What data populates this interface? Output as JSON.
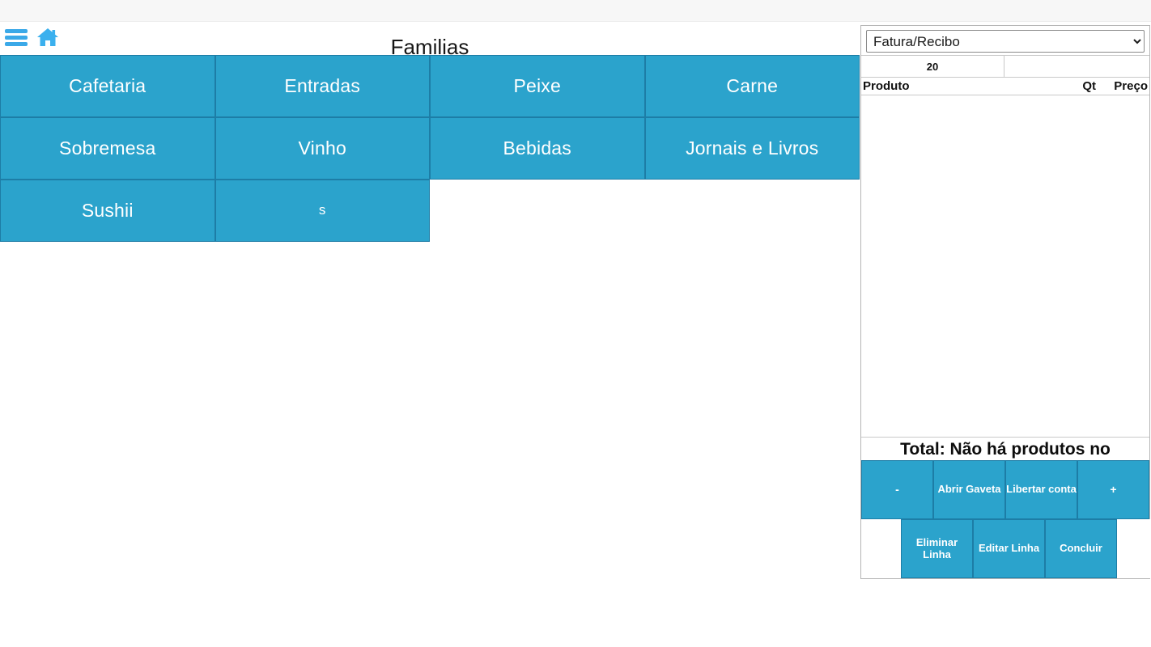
{
  "header": {
    "title": "Familias",
    "menu_icon": "hamburger-icon",
    "home_icon": "home-icon"
  },
  "families": [
    {
      "label": "Cafetaria",
      "size": "normal"
    },
    {
      "label": "Entradas",
      "size": "normal"
    },
    {
      "label": "Peixe",
      "size": "normal"
    },
    {
      "label": "Carne",
      "size": "normal"
    },
    {
      "label": "Sobremesa",
      "size": "normal"
    },
    {
      "label": "Vinho",
      "size": "normal"
    },
    {
      "label": "Bebidas",
      "size": "normal"
    },
    {
      "label": "Jornais e Livros",
      "size": "normal"
    },
    {
      "label": "Sushii",
      "size": "normal"
    },
    {
      "label": "s",
      "size": "small"
    }
  ],
  "order_panel": {
    "doc_type": {
      "selected": "Fatura/Recibo",
      "options": [
        "Fatura/Recibo"
      ]
    },
    "meta": {
      "number": "20",
      "blank": ""
    },
    "cart_columns": {
      "produto": "Produto",
      "qt": "Qt",
      "preco": "Preço"
    },
    "cart_rows": [],
    "total_text": "Total: Não há produtos no",
    "actions_row1": [
      {
        "label": "-",
        "kind": "sign"
      },
      {
        "label": "Abrir Gaveta",
        "kind": "text"
      },
      {
        "label": "Libertar conta",
        "kind": "text"
      },
      {
        "label": "+",
        "kind": "sign"
      }
    ],
    "actions_row2": [
      {
        "label": "Eliminar Linha",
        "kind": "text"
      },
      {
        "label": "Editar Linha",
        "kind": "text"
      },
      {
        "label": "Concluir",
        "kind": "text"
      }
    ]
  },
  "colors": {
    "tile": "#2ba3cc",
    "tile_border": "#1d7da6",
    "icon_blue": "#3ba9e8",
    "panel_border": "#b5b5b5"
  }
}
